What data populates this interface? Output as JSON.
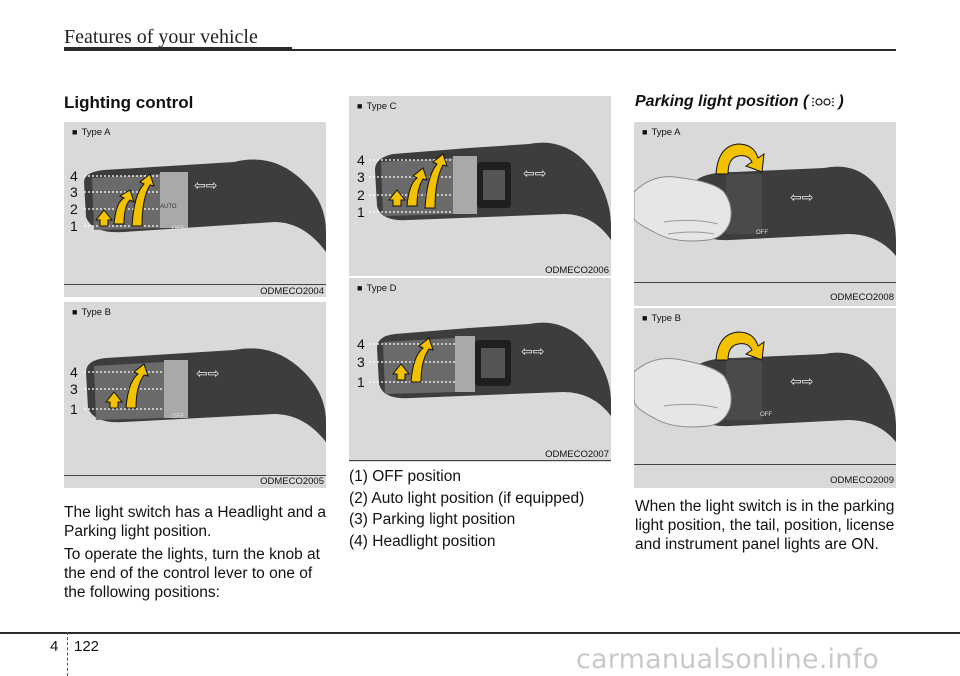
{
  "header": {
    "title": "Features of your vehicle"
  },
  "left": {
    "title": "Lighting control",
    "fig_a": {
      "type": "Type A",
      "code": "ODMECO2004",
      "numbers": [
        "4",
        "3",
        "2",
        "1"
      ]
    },
    "fig_b": {
      "type": "Type B",
      "code": "ODMECO2005",
      "numbers": [
        "4",
        "3",
        "1"
      ]
    },
    "para1": "The light switch has a Headlight and a Parking light position.",
    "para2": "To operate the lights, turn the knob at the end of the control lever to one of the following positions:"
  },
  "middle": {
    "fig_c": {
      "type": "Type C",
      "code": "ODMECO2006",
      "numbers": [
        "4",
        "3",
        "2",
        "1"
      ]
    },
    "fig_d": {
      "type": "Type D",
      "code": "ODMECO2007",
      "numbers": [
        "4",
        "3",
        "1"
      ]
    },
    "positions": [
      "(1) OFF position",
      "(2) Auto light position (if equipped)",
      "(3) Parking light position",
      "(4) Headlight position"
    ]
  },
  "right": {
    "title_prefix": "Parking light position (",
    "title_suffix": ")",
    "fig_a": {
      "type": "Type A",
      "code": "ODMECO2008"
    },
    "fig_b": {
      "type": "Type B",
      "code": "ODMECO2009"
    },
    "para": "When the light switch is in the parking light position, the tail, position, license and instrument panel lights are ON."
  },
  "switch_labels": {
    "auto": "AUTO",
    "off": "OFF"
  },
  "footer": {
    "chapter": "4",
    "page": "122",
    "watermark": "carmanualsonline.info"
  },
  "colors": {
    "figure_bg": "#d9d9d9",
    "arrow": "#f2c200",
    "lever": "#3d3d3d",
    "rule": "#2b2b2b"
  }
}
